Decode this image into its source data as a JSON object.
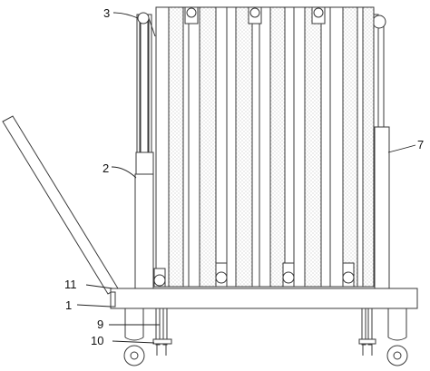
{
  "colors": {
    "line": "#3a3a3a",
    "fill": "#ffffff",
    "hatch": "#9a9a9a",
    "label": "#111111"
  },
  "callouts": [
    {
      "id": "3",
      "text": "3"
    },
    {
      "id": "2",
      "text": "2"
    },
    {
      "id": "7",
      "text": "7"
    },
    {
      "id": "11",
      "text": "11"
    },
    {
      "id": "1",
      "text": "1"
    },
    {
      "id": "9",
      "text": "9"
    },
    {
      "id": "10",
      "text": "10"
    }
  ]
}
